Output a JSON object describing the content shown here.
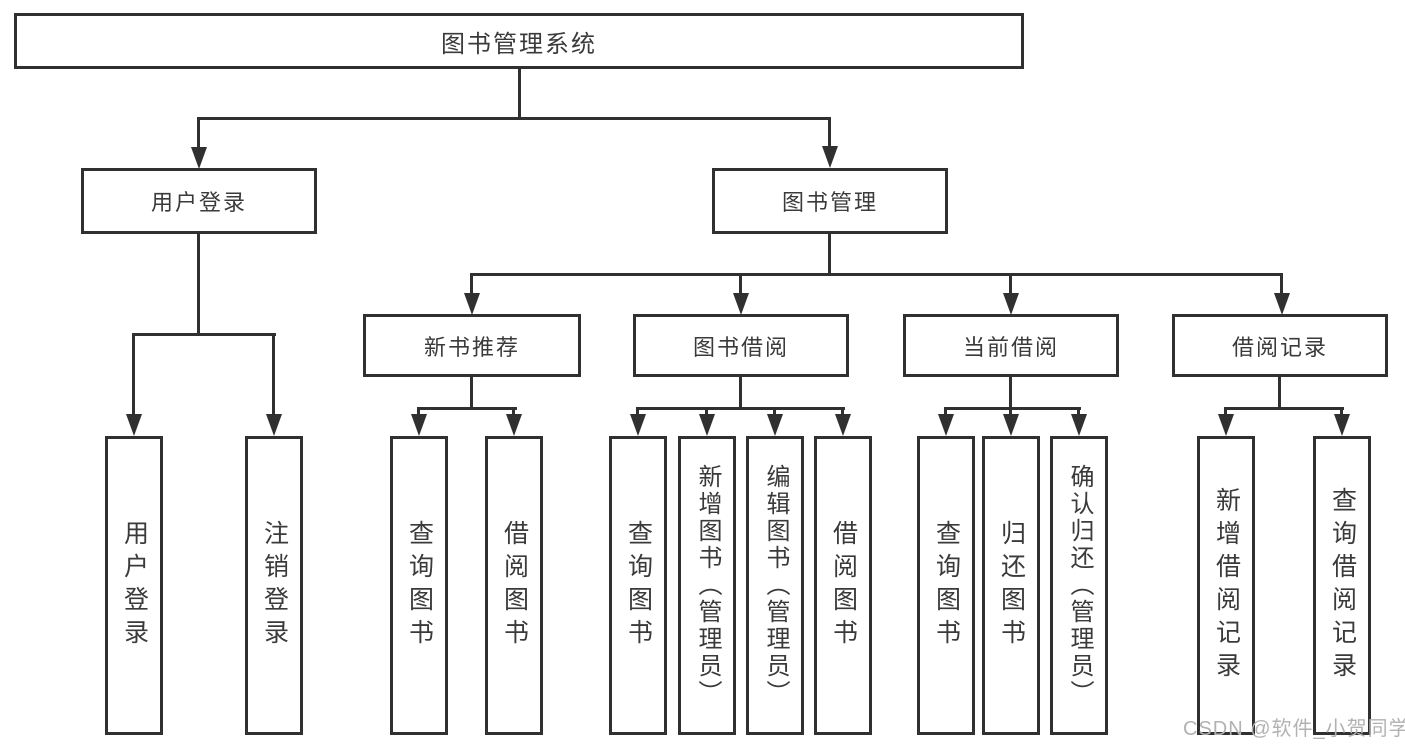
{
  "colors": {
    "line": "#303030",
    "text": "#3a3a3a",
    "background": "#ffffff",
    "watermark": "#b2b2b2"
  },
  "watermark": {
    "text": "CSDN @软件_小贺同学"
  },
  "tree": {
    "root": {
      "label": "图书管理系统"
    },
    "branches": [
      {
        "label": "用户登录",
        "children": [
          {
            "label": "用户登录"
          },
          {
            "label": "注销登录"
          }
        ]
      },
      {
        "label": "图书管理",
        "children": [
          {
            "label": "新书推荐",
            "children": [
              {
                "label": "查询图书"
              },
              {
                "label": "借阅图书"
              }
            ]
          },
          {
            "label": "图书借阅",
            "children": [
              {
                "label": "查询图书"
              },
              {
                "label": "新增图书（管理员）"
              },
              {
                "label": "编辑图书（管理员）"
              },
              {
                "label": "借阅图书"
              }
            ]
          },
          {
            "label": "当前借阅",
            "children": [
              {
                "label": "查询图书"
              },
              {
                "label": "归还图书"
              },
              {
                "label": "确认归还（管理员）"
              }
            ]
          },
          {
            "label": "借阅记录",
            "children": [
              {
                "label": "新增借阅记录"
              },
              {
                "label": "查询借阅记录"
              }
            ]
          }
        ]
      }
    ]
  }
}
